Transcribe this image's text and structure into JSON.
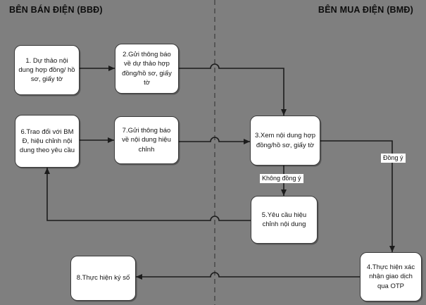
{
  "diagram": {
    "title_left": "BÊN BÁN ĐIỆN (BBĐ)",
    "title_right": "BÊN MUA ĐIỆN (BMĐ)",
    "nodes": [
      {
        "id": "1",
        "label": "1. Dự thảo nội dung hợp đồng/ hồ sơ, giấy tờ"
      },
      {
        "id": "2",
        "label": "2.Gửi thông báo về dự thảo hợp đồng/hồ sơ, giấy tờ"
      },
      {
        "id": "3",
        "label": "3.Xem nội dung hợp đồng/hồ sơ, giấy tờ"
      },
      {
        "id": "4",
        "label": "4.Thực hiện xác nhận giao dịch qua OTP"
      },
      {
        "id": "5",
        "label": "5.Yêu cầu hiệu chỉnh nội dung"
      },
      {
        "id": "6",
        "label": "6.Trao đổi với BM Đ, hiệu chỉnh nội dung theo yêu cầu"
      },
      {
        "id": "7",
        "label": "7.Gửi thông báo về nội dung hiệu chỉnh"
      },
      {
        "id": "8",
        "label": "8.Thực hiện ký số"
      }
    ],
    "edge_labels": {
      "agree": "Đồng ý",
      "disagree": "Không đồng ý"
    },
    "edges": [
      {
        "from": "1",
        "to": "2",
        "label": ""
      },
      {
        "from": "2",
        "to": "3",
        "label": ""
      },
      {
        "from": "3",
        "to": "4",
        "label": "Đồng ý"
      },
      {
        "from": "3",
        "to": "5",
        "label": "Không đồng ý"
      },
      {
        "from": "5",
        "to": "6",
        "label": ""
      },
      {
        "from": "6",
        "to": "7",
        "label": ""
      },
      {
        "from": "7",
        "to": "3",
        "label": ""
      },
      {
        "from": "4",
        "to": "8",
        "label": ""
      }
    ],
    "colors": {
      "background": "#7f7f7f",
      "node_fill": "#ffffff",
      "node_border": "#3a3a3a",
      "connector": "#1c1c1c",
      "divider": "#565656",
      "text": "#141414"
    }
  }
}
